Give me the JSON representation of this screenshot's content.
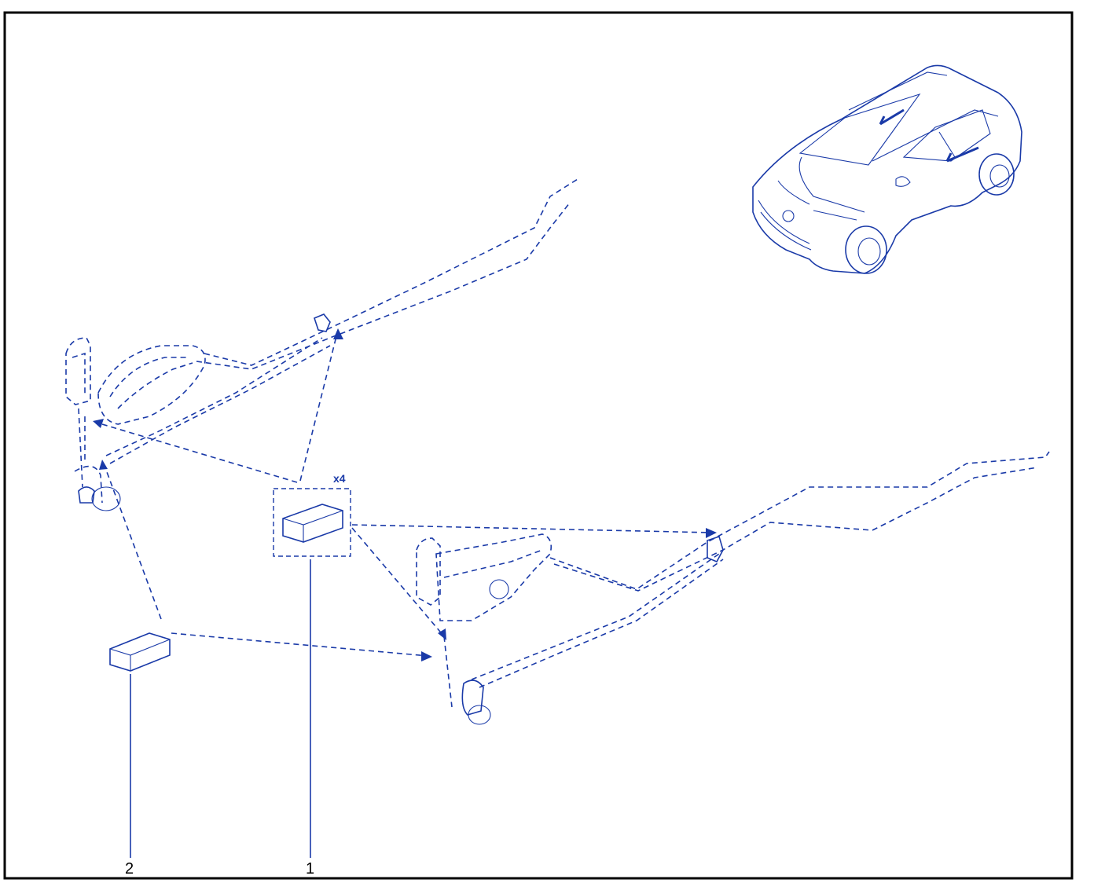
{
  "diagram": {
    "callouts": [
      {
        "id": "part-1",
        "label": "1"
      },
      {
        "id": "part-2",
        "label": "2"
      }
    ],
    "quantity_label": "x4",
    "colors": {
      "line": "#1a3aa8",
      "frame": "#000000",
      "background": "#ffffff"
    },
    "icons": [
      "vehicle-illustration",
      "door-lock-assembly-front",
      "door-lock-assembly-rear",
      "door-handle-cable",
      "part-block"
    ]
  }
}
